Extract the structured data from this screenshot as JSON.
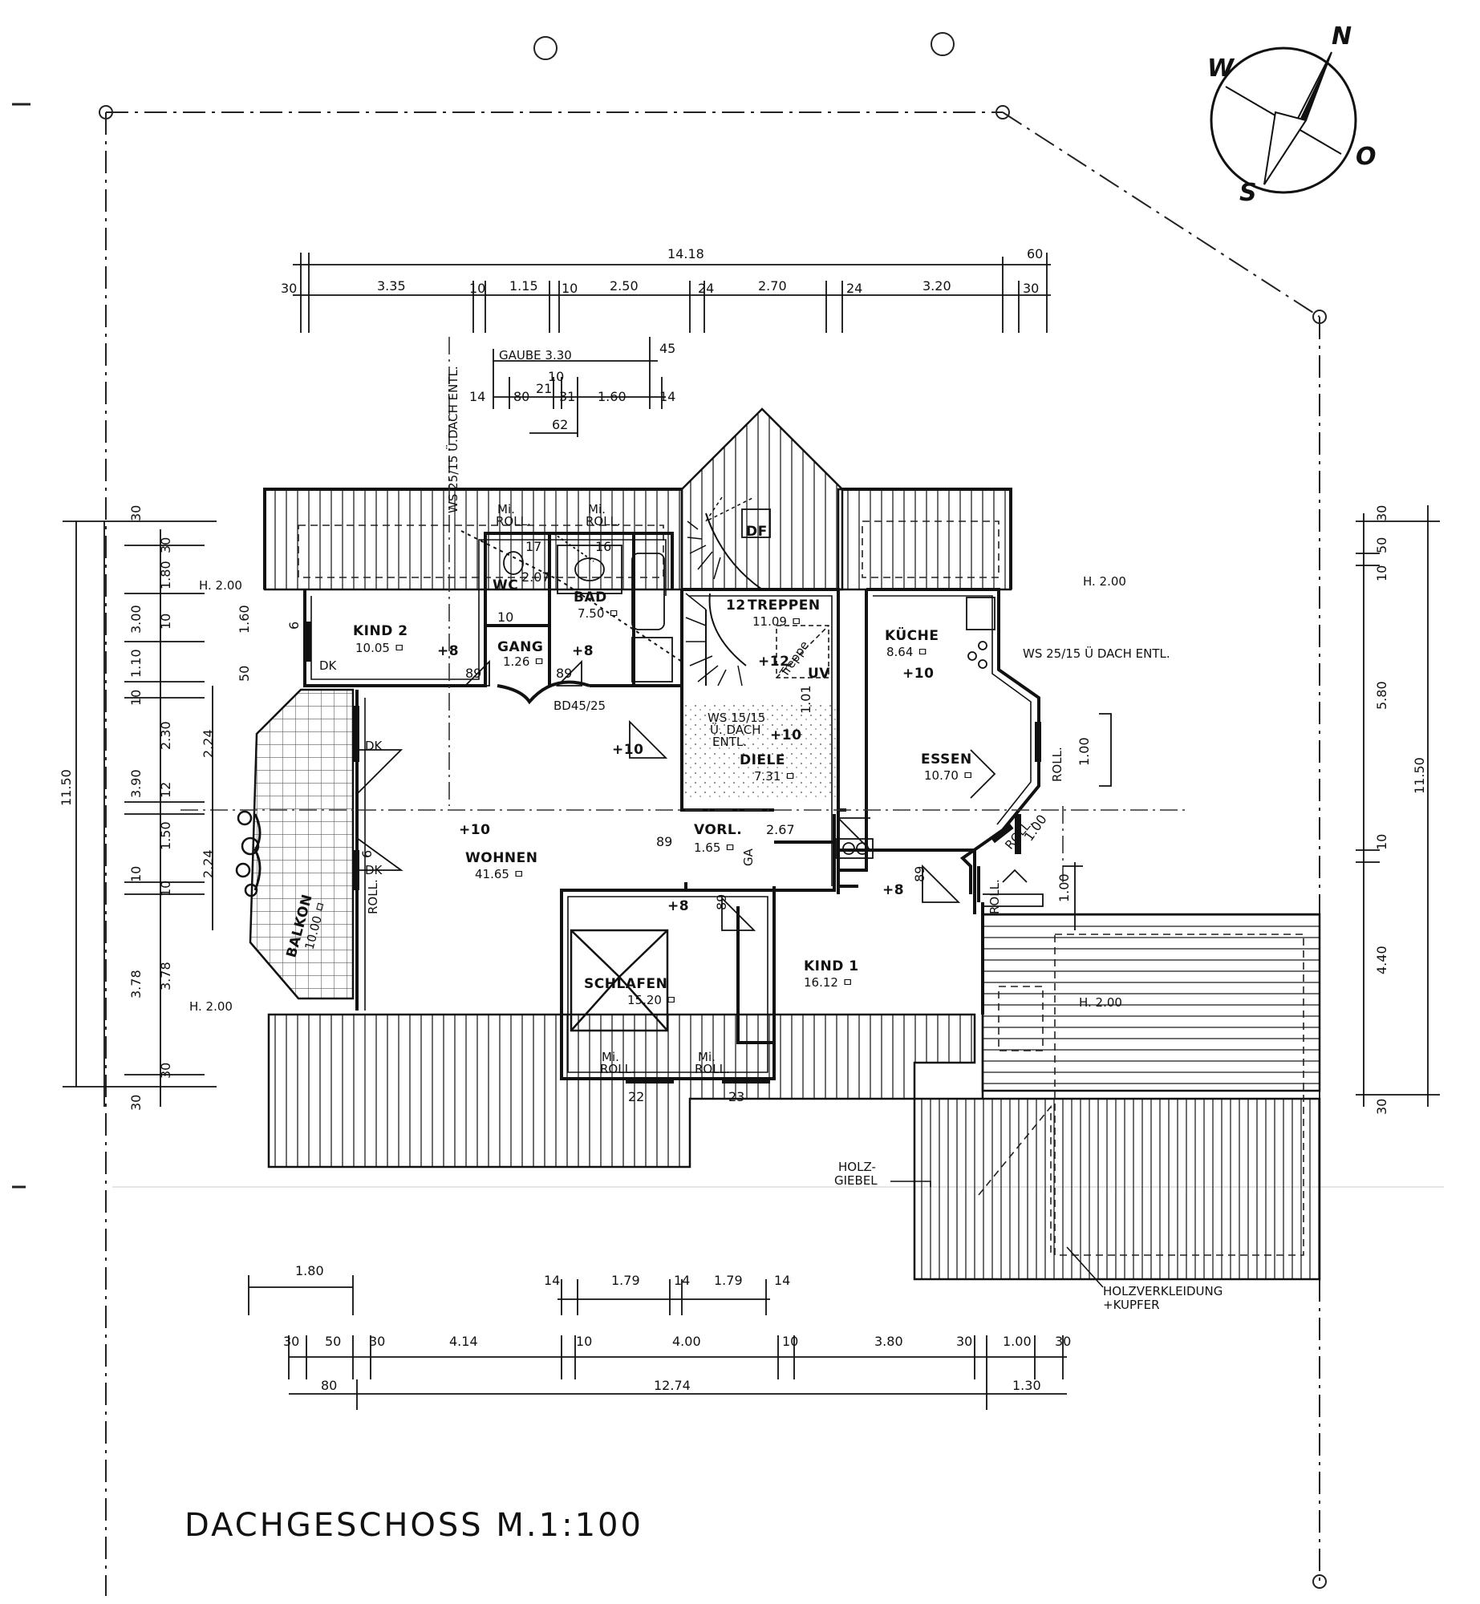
{
  "title": "DACHGESCHOSS  M.1:100",
  "compass": {
    "n": "N",
    "w": "W",
    "s": "S",
    "o": "O"
  },
  "rooms": {
    "kind2": {
      "name": "KIND 2",
      "area": "10.05 ㅁ",
      "level": "+8"
    },
    "wc": {
      "name": "WC"
    },
    "bad": {
      "name": "BAD",
      "area": "7.50 ㅁ",
      "level": "+8"
    },
    "gang": {
      "name": "GANG",
      "area": "1.26 ㅁ"
    },
    "treppen": {
      "name": "TREPPEN",
      "count": "12",
      "area": "11.09 ㅁ",
      "level": "+12",
      "treppe": "Treppe"
    },
    "kueche": {
      "name": "KÜCHE",
      "area": "8.64 ㅁ",
      "level": "+10"
    },
    "diele": {
      "name": "DIELE",
      "area": "7.31 ㅁ",
      "level": "+10"
    },
    "essen": {
      "name": "ESSEN",
      "area": "10.70 ㅁ"
    },
    "wohnen": {
      "name": "WOHNEN",
      "area": "41.65 ㅁ",
      "level": "+10",
      "level2": "+10"
    },
    "vorl": {
      "name": "VORL.",
      "area": "1.65 ㅁ"
    },
    "schlafen": {
      "name": "SCHLAFEN",
      "area": "15.20 ㅁ",
      "level": "+8"
    },
    "kind1": {
      "name": "KIND 1",
      "area": "16.12 ㅁ",
      "level": "+8"
    },
    "balkon": {
      "name": "BALKON",
      "area": "10.00 ㅁ"
    }
  },
  "annotations": {
    "ws_dach": "WS 25/15  Ü.DACH ENTL.",
    "ws_dach_right": "WS 25/15 Ü DACH ENTL.",
    "ws_diele_1": "WS 15/15",
    "ws_diele_2": "Ü. DACH",
    "ws_diele_3": "ENTL.",
    "mi_roll": "Mi.",
    "roll": "ROLL.",
    "df": "DF",
    "h200": "H. 2.00",
    "dk": "DK",
    "bd": "BD45/25",
    "ga": "GA",
    "uv": "UV",
    "holzgiebel_1": "HOLZ-",
    "holzgiebel_2": "GIEBEL",
    "holzverkl_1": "HOLZVERKLEIDUNG",
    "holzverkl_2": "+KUPFER",
    "gaube": "GAUBE  3.30"
  },
  "dimensions": {
    "top_total": "14.18",
    "top_60": "60",
    "top": [
      "30",
      "3.35",
      "10",
      "1.15",
      "10",
      "2.50",
      "24",
      "2.70",
      "24",
      "3.20",
      "30"
    ],
    "gaube_45": "45",
    "gaube_row": [
      "14",
      "80",
      "21",
      "10",
      "31",
      "1.60",
      "14"
    ],
    "gaube_62": "62",
    "left_total": "11.50",
    "left_a": [
      "30",
      "3.00",
      "1.10",
      "10",
      "3.90",
      "10",
      "3.78",
      "30"
    ],
    "left_b": [
      "30",
      "1.80",
      "10",
      "1.60",
      "50",
      "2.30",
      "12",
      "1.50",
      "10",
      "3.78",
      "30"
    ],
    "left_c": [
      "2.24",
      "2.24"
    ],
    "right_total": "11.50",
    "right_a": [
      "30",
      "50",
      "10",
      "5.80",
      "10",
      "4.40",
      "30"
    ],
    "right_misc": [
      "1.00",
      "1.00",
      "1.00"
    ],
    "bottom_row1": [
      "1.80"
    ],
    "bottom_row2": [
      "14",
      "1.79",
      "14",
      "1.79",
      "14"
    ],
    "bottom_row3": [
      "30",
      "50",
      "30",
      "4.14",
      "10",
      "4.00",
      "10",
      "3.80",
      "30",
      "1.00",
      "30"
    ],
    "bottom_row4": [
      "80",
      "12.74",
      "1.30"
    ],
    "misc": [
      "17",
      "16",
      "2.07",
      "89",
      "89",
      "89",
      "89",
      "89",
      "2.67",
      "22",
      "23",
      "10",
      "6",
      "6",
      "1.01"
    ]
  }
}
